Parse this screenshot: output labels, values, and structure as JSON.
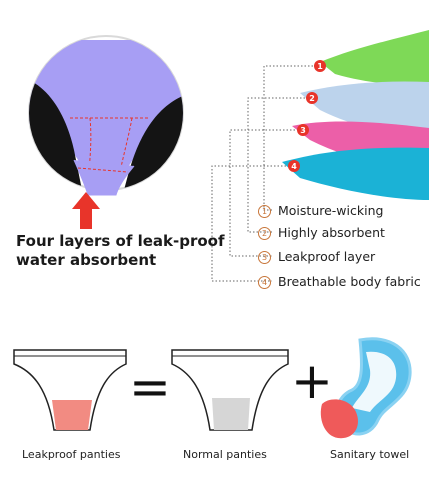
{
  "headline": {
    "line1": "Four layers of leak-proof",
    "line2": "water absorbent"
  },
  "layers": [
    {
      "number": "1",
      "label": "Moisture-wicking",
      "color": "#7ed957"
    },
    {
      "number": "2",
      "label": "Highly absorbent",
      "color": "#bcd3ec"
    },
    {
      "number": "3",
      "label": "Leakproof layer",
      "color": "#ec5fa8"
    },
    {
      "number": "4",
      "label": "Breathable body fabric",
      "color": "#1bb2d6"
    }
  ],
  "marker_color": "#e8342a",
  "fabric_color": "#a79ef4",
  "captions": {
    "leakproof": "Leakproof panties",
    "normal": "Normal panties",
    "towel": "Sanitary towel"
  },
  "symbols": {
    "equals": "=",
    "plus": "+"
  }
}
